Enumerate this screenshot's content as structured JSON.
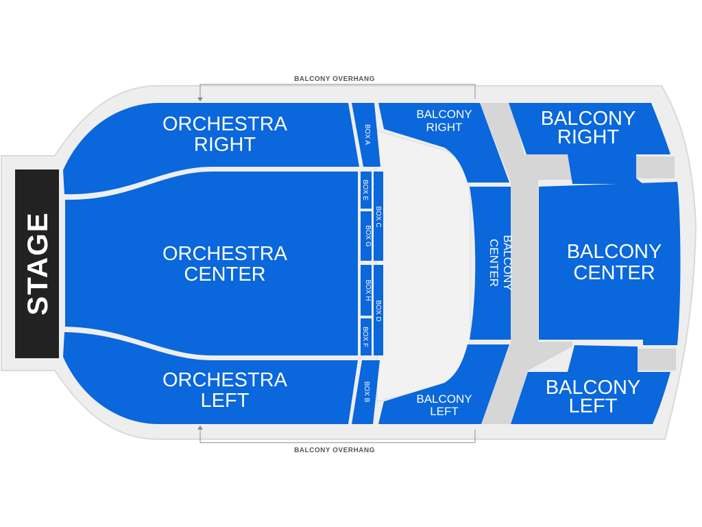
{
  "colors": {
    "section": "#0a67dc",
    "outline": "#eeeeee",
    "outline_stroke": "#d9d9d9",
    "aisle": "#d6d6d6",
    "stage": "#222222",
    "page": "#ffffff"
  },
  "stage": {
    "label": "STAGE"
  },
  "overhang": {
    "top_label": "BALCONY OVERHANG",
    "bottom_label": "BALCONY OVERHANG"
  },
  "orchestra": {
    "right": {
      "line1": "ORCHESTRA",
      "line2": "RIGHT"
    },
    "center": {
      "line1": "ORCHESTRA",
      "line2": "CENTER"
    },
    "left": {
      "line1": "ORCHESTRA",
      "line2": "LEFT"
    }
  },
  "boxes": {
    "a": "BOX A",
    "b": "BOX B",
    "c": "BOX C",
    "d": "BOX D",
    "e": "BOX E",
    "f": "BOX F",
    "g": "BOX G",
    "h": "BOX H"
  },
  "balcony": {
    "front_right": {
      "line1": "BALCONY",
      "line2": "RIGHT"
    },
    "front_center": {
      "line1": "BALCONY",
      "line2": "CENTER"
    },
    "front_left": {
      "line1": "BALCONY",
      "line2": "LEFT"
    },
    "rear_right": {
      "line1": "BALCONY",
      "line2": "RIGHT"
    },
    "rear_center": {
      "line1": "BALCONY",
      "line2": "CENTER"
    },
    "rear_left": {
      "line1": "BALCONY",
      "line2": "LEFT"
    }
  }
}
